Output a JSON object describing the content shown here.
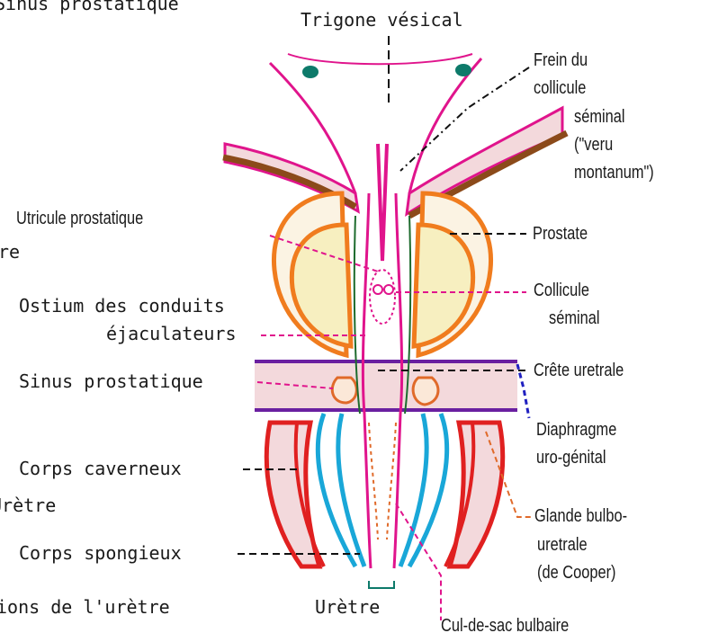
{
  "labels": {
    "top_cut": "Sinus prostatique",
    "trigone": "Trigone vésical",
    "frein_1": "Frein du",
    "frein_2": "collicule",
    "frein_3": "séminal",
    "frein_4": "(\"veru",
    "frein_5": "montanum\")",
    "utricule": "Utricule prostatique",
    "left_cut_1": "re",
    "prostate": "Prostate",
    "ostium_1": "Ostium des conduits",
    "ostium_2": "éjaculateurs",
    "collicule_1": "Collicule",
    "collicule_2": "séminal",
    "sinus": "Sinus prostatique",
    "crete": "Crête uretrale",
    "diaphragme_1": "Diaphragme",
    "diaphragme_2": "uro-génital",
    "caverneux": "Corps caverneux",
    "urethre_left": "Urètre",
    "glande_1": "Glande bulbo-",
    "glande_2": "uretrale",
    "glande_3": "(de Cooper)",
    "spongieux": "Corps spongieux",
    "portions": "ions de l'urètre",
    "urethre_bottom": "Urètre",
    "cul_de_sac": "Cul-de-sac bulbaire"
  },
  "colors": {
    "urethra": "#e0148c",
    "prostate_orange": "#f07c1e",
    "prostate_fill": "#f7efc0",
    "bladder_brown": "#8b4a1a",
    "bladder_fill": "#f3d9dc",
    "diaphragm": "#6a1fa0",
    "caverneux": "#e02020",
    "spongieux": "#19a7d8",
    "duct_green": "#1d6b2d",
    "glande": "#e06a2a",
    "teal": "#0d7a6a"
  }
}
